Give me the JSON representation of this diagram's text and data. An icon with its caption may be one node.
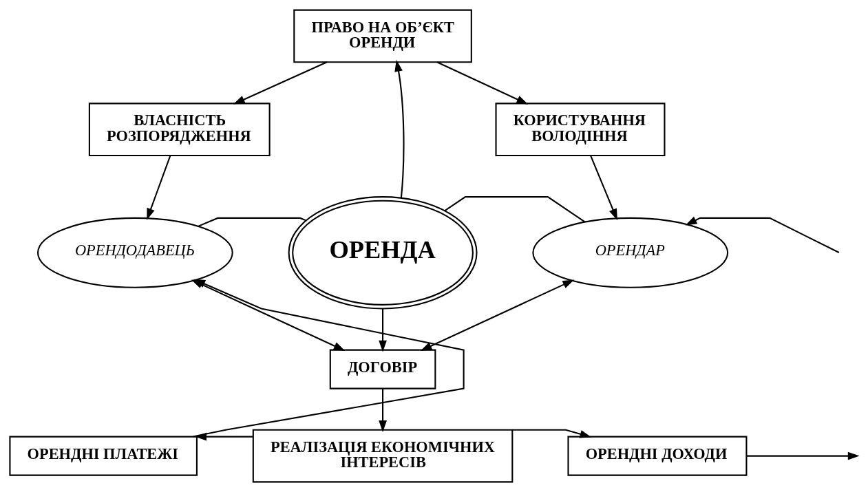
{
  "diagram": {
    "nodes": [
      {
        "text": [
          "ПРАВО НА ОБ’ЄКТ ОРЕНДИ"
        ]
      },
      {
        "text": [
          "ВЛАСНІСТЬ РОЗПОРЯДЖЕННЯ"
        ]
      },
      {
        "text": [
          "КОРИСТУВАННЯ ВОЛОДІННЯ"
        ]
      },
      {
        "text": [
          "ОРЕНДОДАВЕЦЬ"
        ]
      },
      {
        "text": [
          "ОРЕНДА"
        ]
      },
      {
        "text": [
          "ОРЕНДАР"
        ]
      },
      {
        "text": [
          "ДОГОВІР"
        ]
      },
      {
        "text": [
          "ОРЕНДНІ ПЛАТЕЖІ"
        ]
      },
      {
        "text": [
          "РЕАЛІЗАЦІЯ ЕКОНОМІЧНИХ ІНТЕРЕСІВ"
        ]
      },
      {
        "text": [
          "ОРЕНДНІ ДОХОДИ"
        ]
      }
    ],
    "edges": [
      {
        "from": 0,
        "to": 1,
        "arrow": "to"
      },
      {
        "from": 0,
        "to": 2,
        "arrow": "to"
      },
      {
        "from": 4,
        "to": 0,
        "arrow": "to"
      },
      {
        "from": 1,
        "to": 3,
        "arrow": "to"
      },
      {
        "from": 2,
        "to": 5,
        "arrow": "to"
      },
      {
        "from": 3,
        "to": 4,
        "arrow": "none"
      },
      {
        "from": 4,
        "to": 5,
        "arrow": "none"
      },
      {
        "from": 4,
        "to": 6,
        "arrow": "to"
      },
      {
        "from": 3,
        "to": 6,
        "arrow": "both"
      },
      {
        "from": 5,
        "to": 6,
        "arrow": "both"
      },
      {
        "from": 6,
        "to": 8,
        "arrow": "to"
      },
      {
        "from": 8,
        "to": 7,
        "arrow": "to"
      },
      {
        "from": 8,
        "to": 9,
        "arrow": "to"
      },
      {
        "from": 7,
        "to": 3,
        "arrow": "to"
      },
      {
        "from": 9,
        "to": null,
        "arrow": "to"
      },
      {
        "from": null,
        "to": 5,
        "arrow": "to"
      }
    ]
  }
}
